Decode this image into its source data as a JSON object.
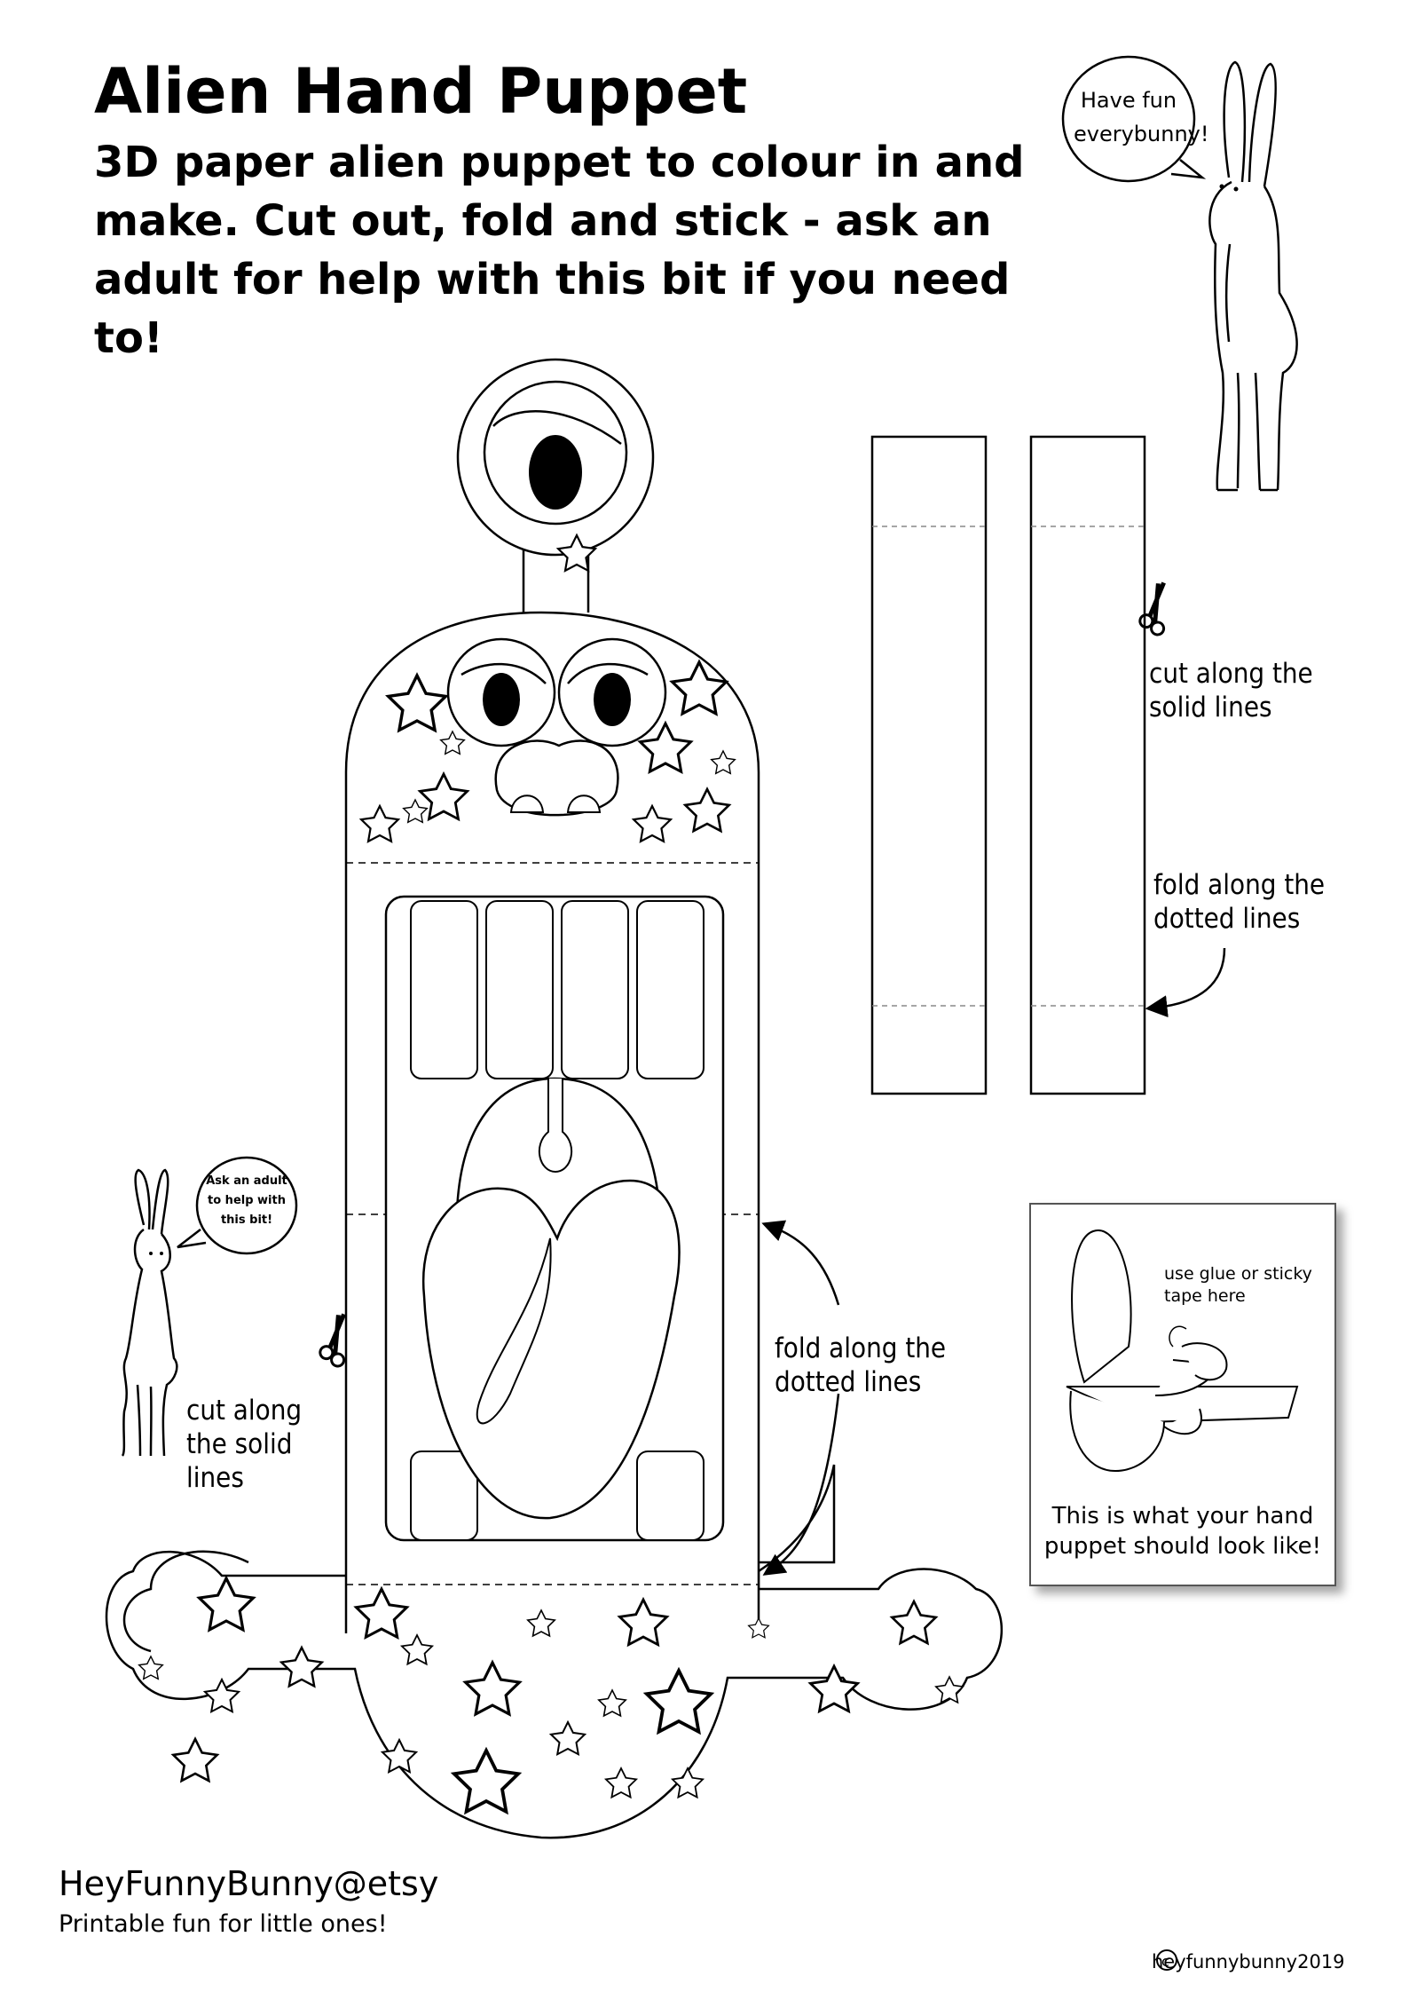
{
  "title": "Alien Hand Puppet",
  "subtitle": "3D paper alien puppet to colour in and make.  Cut out, fold and stick - ask an adult for help with this bit if you need to!",
  "bunny_top_speech": "Have fun everybunny!",
  "bunny_left_speech": "Ask an adult to help with this bit!",
  "strips_cut_instruction": "cut along the solid lines",
  "strips_fold_instruction": "fold along the dotted lines",
  "puppet_cut_instruction": "cut along the solid lines",
  "puppet_fold_instruction": "fold along the dotted lines",
  "preview_note": "use glue or sticky tape here",
  "preview_caption": "This is what your hand puppet should look like!",
  "footer_brand": "HeyFunnyBunny@etsy",
  "footer_tagline": "Printable fun for little ones!",
  "copyright": "heyfunnybunny2019",
  "icons": [
    "scissors-icon",
    "star-icon",
    "copyright-icon",
    "curved-arrow-icon"
  ]
}
